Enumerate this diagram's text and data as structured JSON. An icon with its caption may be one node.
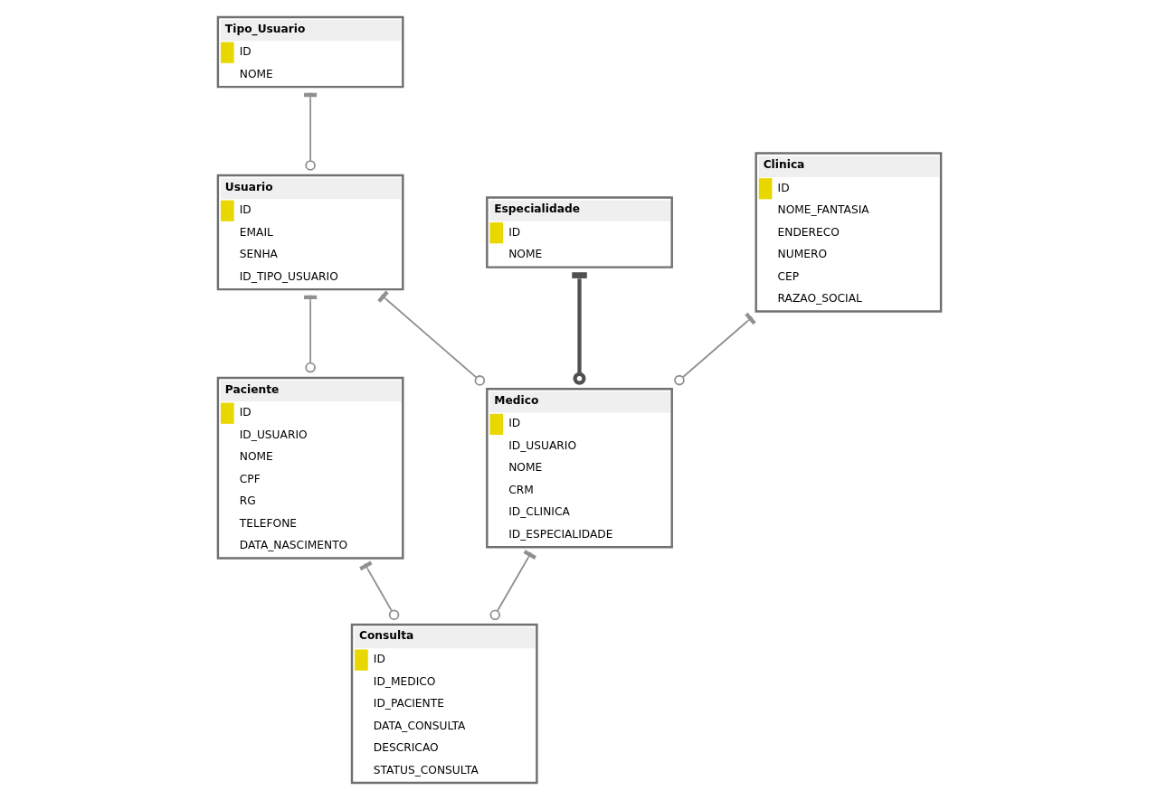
{
  "diagram": {
    "nodes": [
      {
        "text": [
          "Tipo_Usuario",
          "ID",
          "NOME"
        ]
      },
      {
        "text": [
          "Paciente",
          "ID",
          "ID_USUARIO",
          "NOME",
          "CPF",
          "RG",
          "TELEFONE",
          "DATA_NASCIMENTO"
        ]
      },
      {
        "text": [
          "Usuario",
          "ID",
          "EMAIL",
          "SENHA",
          "ID_TIPO_USUARIO"
        ]
      },
      {
        "text": [
          "Especialidade",
          "ID",
          "NOME"
        ]
      },
      {
        "text": [
          "Consulta",
          "ID",
          "ID_MEDICO",
          "ID_PACIENTE",
          "DATA_CONSULTA",
          "DESCRICAO",
          "STATUS_CONSULTA"
        ]
      },
      {
        "text": [
          "Medico",
          "ID",
          "ID_USUARIO",
          "NOME",
          "CRM",
          "ID_CLINICA",
          "ID_ESPECIALIDADE"
        ]
      },
      {
        "text": [
          "Clinica",
          "ID",
          "NOME_FANTASIA",
          "ENDERECO",
          "NUMERO",
          "CEP",
          "RAZAO_SOCIAL"
        ]
      }
    ],
    "edges": [
      {
        "from": 2,
        "to": 0,
        "arrow": "other"
      },
      {
        "from": 1,
        "to": 2,
        "arrow": "other"
      },
      {
        "from": 4,
        "to": 1,
        "arrow": "other"
      },
      {
        "from": 5,
        "to": 2,
        "arrow": "other"
      },
      {
        "from": 4,
        "to": 5,
        "arrow": "other"
      },
      {
        "from": 5,
        "to": 3,
        "arrow": "other",
        "style": "thick",
        "color": "#505050"
      },
      {
        "from": 5,
        "to": 6,
        "arrow": "other"
      }
    ]
  }
}
